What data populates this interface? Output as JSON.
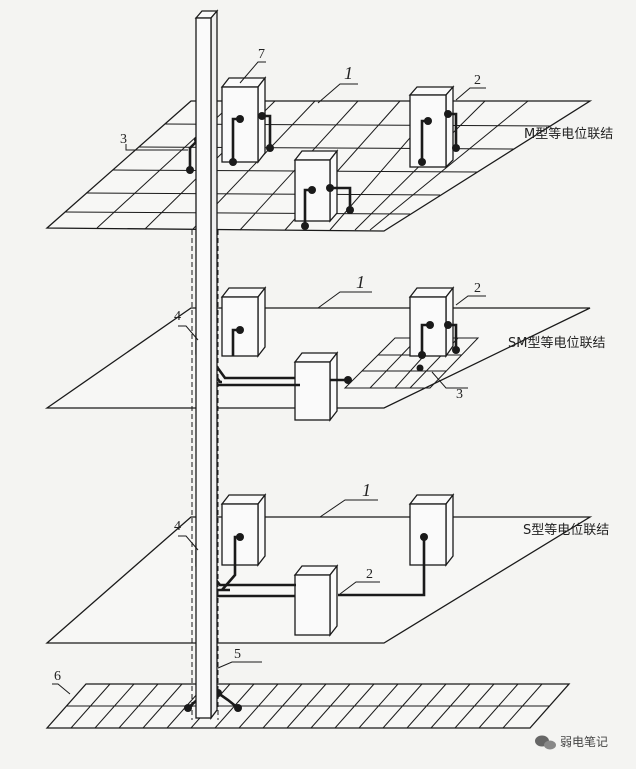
{
  "titles": {
    "m": "M型等电位联结",
    "sm": "SM型等电位联结",
    "s": "S型等电位联结"
  },
  "callouts": {
    "n1": "1",
    "n2": "2",
    "n3": "3",
    "n4": "4",
    "n5": "5",
    "n6": "6",
    "n7": "7"
  },
  "watermark": {
    "text": "弱电笔记",
    "icon": "wechat-icon"
  },
  "colors": {
    "line": "#1a1a1a",
    "background": "#f4f4f2",
    "terminal": "#1a1a1a"
  }
}
